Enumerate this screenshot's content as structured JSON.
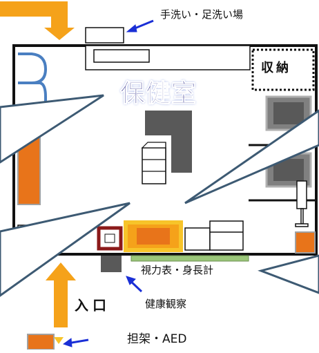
{
  "room": {
    "name": "保健室"
  },
  "storage": {
    "label": "収納"
  },
  "entrance": {
    "label": "入口"
  },
  "annotations": {
    "handwash": "手洗い・足洗い場",
    "eye_chart": "視力表・身長計",
    "health_observation": "健康観察",
    "stretcher_aed": "担架・AED"
  },
  "colors": {
    "wall": "#111111",
    "orange": "#e8741a",
    "arrow_orange": "#f5a21a",
    "dark_gray": "#595959",
    "steel_blue": "#3d5a73",
    "pointer_blue": "#1a2fd6",
    "green_bar": "#9bc77a",
    "title_blue": "#2e2e8c",
    "maroon": "#8b1a1a"
  }
}
